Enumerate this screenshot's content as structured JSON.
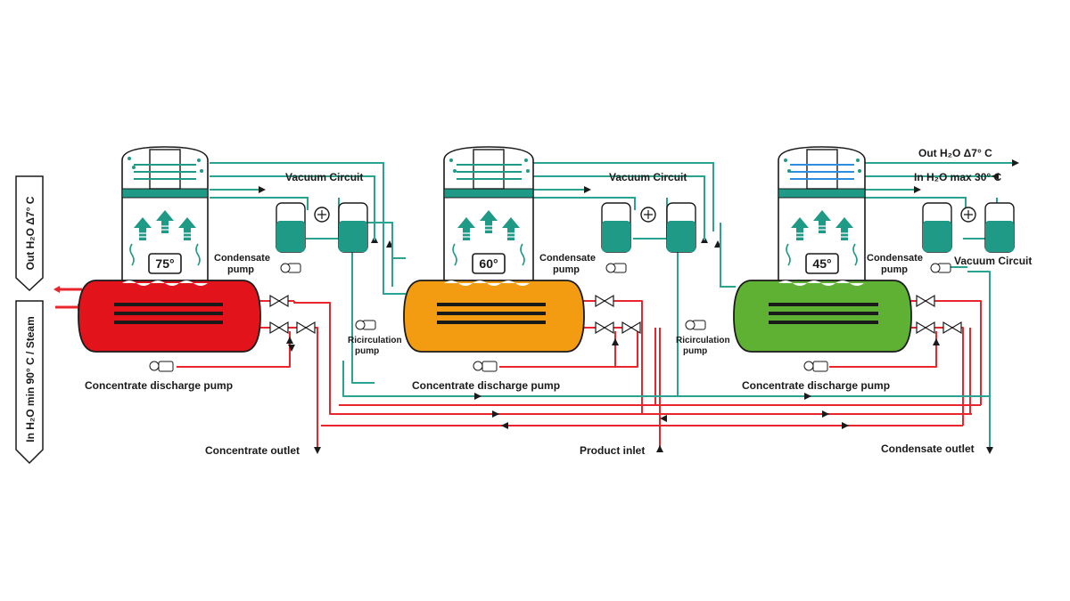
{
  "colors": {
    "hot_red": "#e3131b",
    "pipe_red": "#e8262b",
    "pipe_teal": "#2aa390",
    "teal": "#1f9a86",
    "mid_orange": "#f39c12",
    "cold_green": "#5fb133",
    "outline": "#1a1a1a"
  },
  "side_labels": {
    "out_left": "Out H₂O Δ7° C",
    "in_left": "In H₂O min 90° C / Steam"
  },
  "right_labels": {
    "out_right": "Out H₂O Δ7° C",
    "in_right": "In H₂O max 30° C"
  },
  "stages": [
    {
      "temp": "75°",
      "vacuum": "Vacuum Circuit",
      "condensate_pump": [
        "Condensate",
        "pump"
      ],
      "discharge_pump": "Concentrate discharge pump"
    },
    {
      "temp": "60°",
      "vacuum": "Vacuum Circuit",
      "condensate_pump": [
        "Condensate",
        "pump"
      ],
      "discharge_pump": "Concentrate discharge pump"
    },
    {
      "temp": "45°",
      "vacuum": "Vacuum Circuit",
      "condensate_pump": [
        "Condensate",
        "pump"
      ],
      "discharge_pump": "Concentrate discharge pump"
    }
  ],
  "recirculation_pumps": [
    [
      "Ricirculation",
      "pump"
    ],
    [
      "Ricirculation",
      "pump"
    ]
  ],
  "outlets": {
    "concentrate": "Concentrate outlet",
    "product": "Product inlet",
    "condensate": "Condensate outlet"
  },
  "icons": [
    "vacuum-pump-icon",
    "pump-icon",
    "valve-icon",
    "arrow-up-icon",
    "steam-icon"
  ]
}
